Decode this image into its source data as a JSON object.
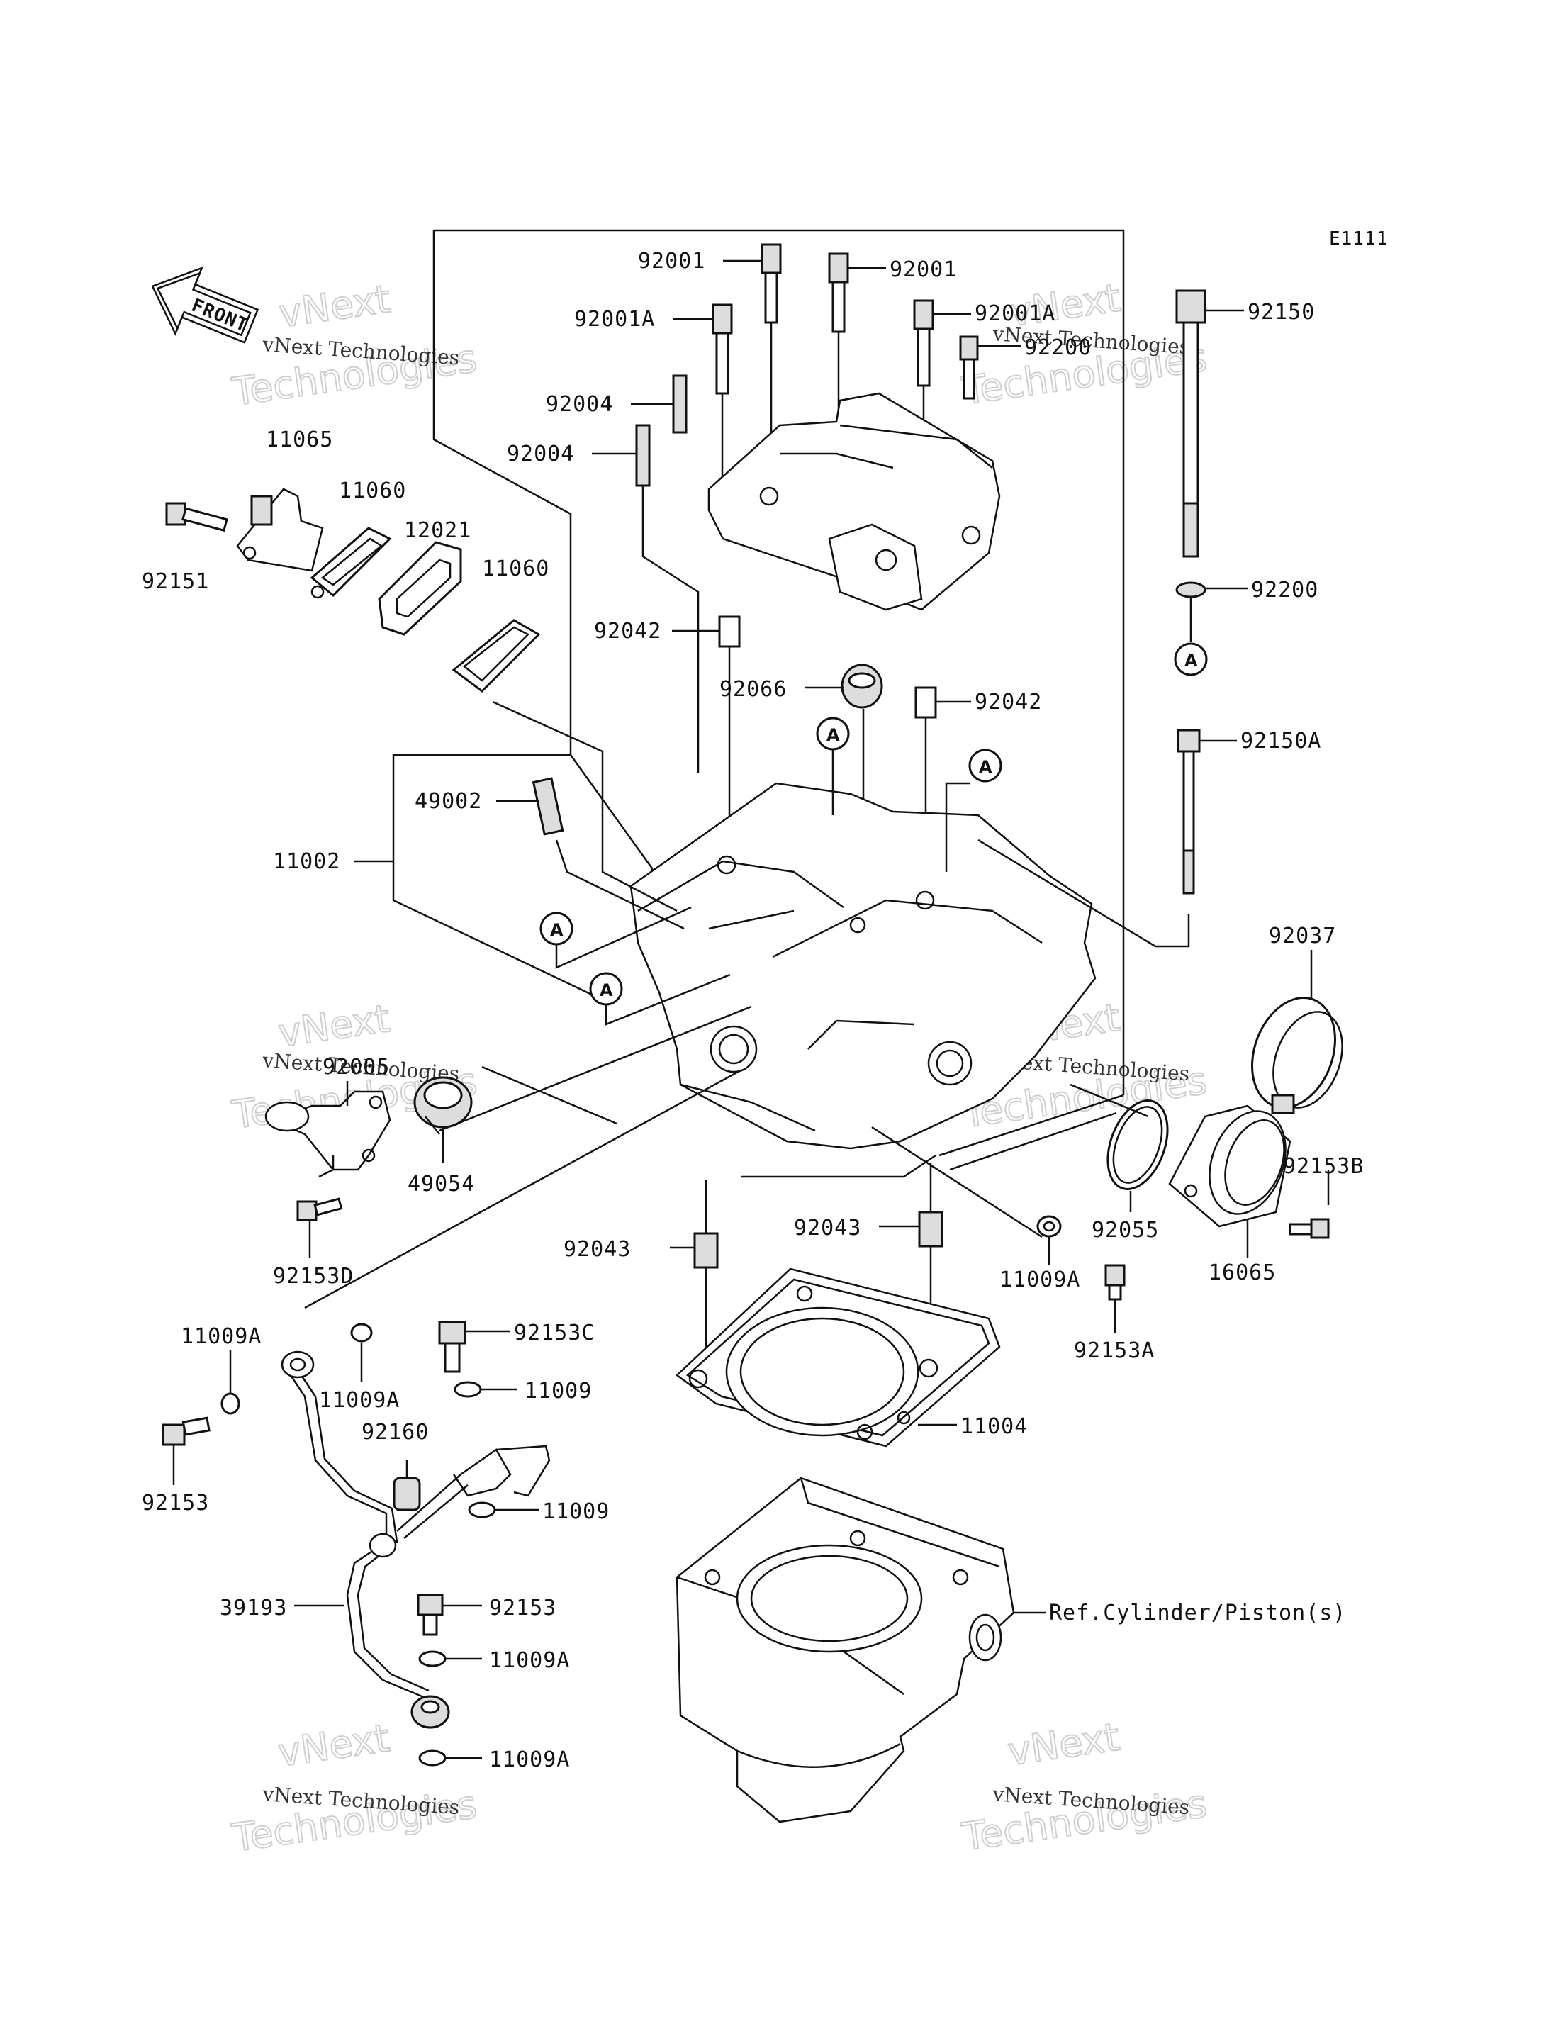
{
  "diagram_code": "E1111",
  "front_arrow": "FRONT",
  "ref_label": "Ref.Cylinder/Piston(s)",
  "ref_marker": "A",
  "watermark": {
    "company": "vNext Technologies",
    "big": "vNext",
    "big2": "Technologies"
  },
  "labels": {
    "p92001a": "92001",
    "p92001b": "92001",
    "p92001A_l": "92001A",
    "p92001A_r": "92001A",
    "p92150": "92150",
    "p92200_top": "92200",
    "p92004a": "92004",
    "p92004b": "92004",
    "p11065": "11065",
    "p11060a": "11060",
    "p12021": "12021",
    "p11060b": "11060",
    "p92151": "92151",
    "p92042a": "92042",
    "p92066": "92066",
    "p92042b": "92042",
    "p92200": "92200",
    "p92150A": "92150A",
    "p49002": "49002",
    "p11002": "11002",
    "p92037": "92037",
    "p92005": "92005",
    "p49054": "49054",
    "p92153D": "92153D",
    "p92055": "92055",
    "p92153B": "92153B",
    "p16065": "16065",
    "p92043a": "92043",
    "p92043b": "92043",
    "p11009A_a": "11009A",
    "p92153A": "92153A",
    "p11009A_b": "11009A",
    "p92153C": "92153C",
    "p11009A_c": "11009A",
    "p11009a": "11009",
    "p92160": "92160",
    "p11004": "11004",
    "p92153": "92153",
    "p11009b": "11009",
    "p39193": "39193",
    "p92153b": "92153",
    "p11009A_d": "11009A",
    "p11009A_e": "11009A"
  }
}
